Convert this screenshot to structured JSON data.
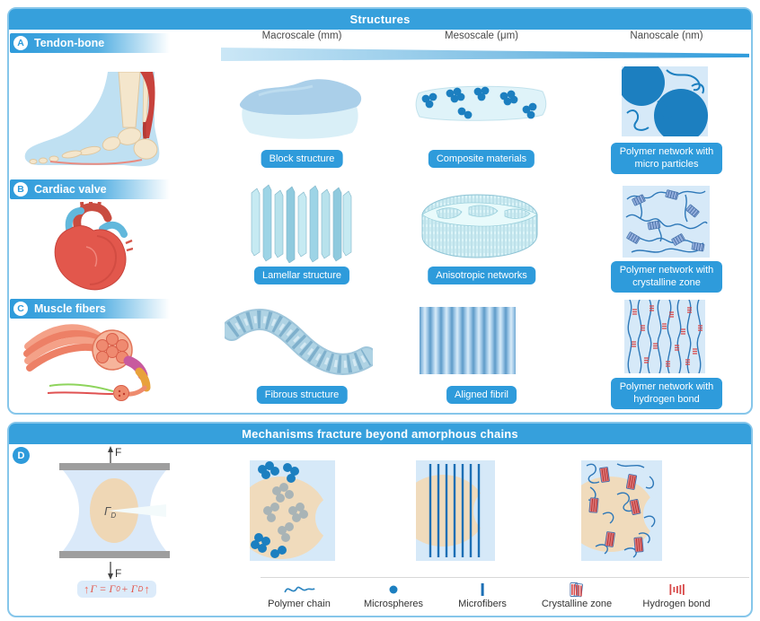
{
  "figure": {
    "structures": {
      "title": "Structures",
      "columns": [
        "Macroscale (mm)",
        "Mesoscale (μm)",
        "Nanoscale (nm)"
      ],
      "rows": [
        {
          "badge": "A",
          "label": "Tendon-bone",
          "cells": [
            "Block structure",
            "Composite materials",
            "Polymer network with micro particles"
          ]
        },
        {
          "badge": "B",
          "label": "Cardiac valve",
          "cells": [
            "Lamellar structure",
            "Anisotropic networks",
            "Polymer network with crystalline zone"
          ]
        },
        {
          "badge": "C",
          "label": "Muscle fibers",
          "cells": [
            "Fibrous structure",
            "Aligned fibril",
            "Polymer network with hydrogen bond"
          ]
        }
      ]
    },
    "mechanisms": {
      "title": "Mechanisms fracture beyond amorphous chains",
      "badge": "D",
      "force_top": "F",
      "force_bottom": "F",
      "crack_zone": {
        "symbol": "Γ",
        "subscript": "D"
      },
      "formula": {
        "arrow": "↑",
        "part1": "Γ = Γ",
        "sub1": "0",
        "part2": " + Γ",
        "sub2": "D"
      },
      "legend": [
        {
          "icon": "polymer-chain-icon",
          "label": "Polymer chain"
        },
        {
          "icon": "microspheres-icon",
          "label": "Microspheres"
        },
        {
          "icon": "microfibers-icon",
          "label": "Microfibers"
        },
        {
          "icon": "crystalline-zone-icon",
          "label": "Crystalline zone"
        },
        {
          "icon": "hydrogen-bond-icon",
          "label": "Hydrogen bond"
        }
      ]
    },
    "colors": {
      "header_blue": "#36A0DC",
      "pill_blue": "#2E9BDB",
      "panel_border_blue": "#86C6EA",
      "network_bg_blue": "#D6E9F8",
      "particle_blue": "#1C7FC0",
      "polymer_line_blue": "#2E78B8",
      "dissipation_tan": "#F0DBBC",
      "bond_red": "#D84848",
      "clamp_gray": "#9E9E9E"
    }
  }
}
